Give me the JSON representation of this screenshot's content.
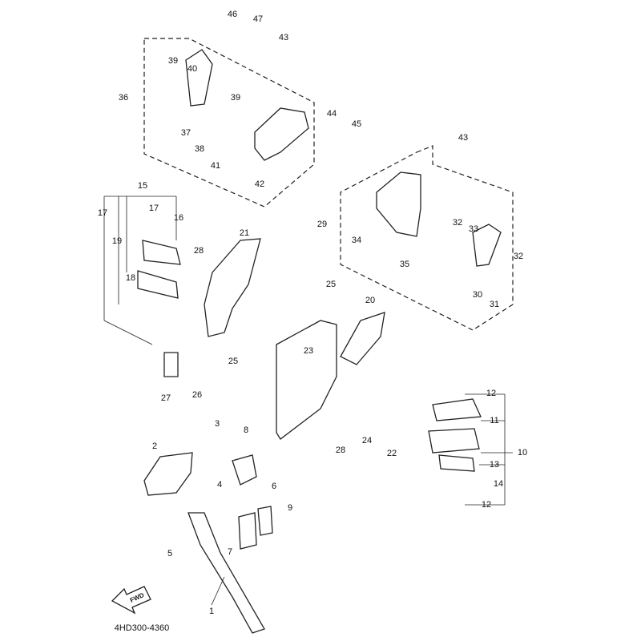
{
  "diagram": {
    "part_code": "4HD300-4360",
    "direction_label": "FWD",
    "callouts": [
      "46",
      "47",
      "43",
      "39",
      "40",
      "36",
      "39",
      "44",
      "45",
      "37",
      "38",
      "41",
      "42",
      "43",
      "15",
      "17",
      "17",
      "16",
      "29",
      "32",
      "33",
      "21",
      "19",
      "28",
      "34",
      "32",
      "35",
      "18",
      "25",
      "20",
      "30",
      "31",
      "23",
      "25",
      "27",
      "26",
      "12",
      "11",
      "10",
      "3",
      "8",
      "28",
      "24",
      "22",
      "2",
      "13",
      "14",
      "4",
      "6",
      "9",
      "12",
      "7",
      "5",
      "1"
    ]
  }
}
